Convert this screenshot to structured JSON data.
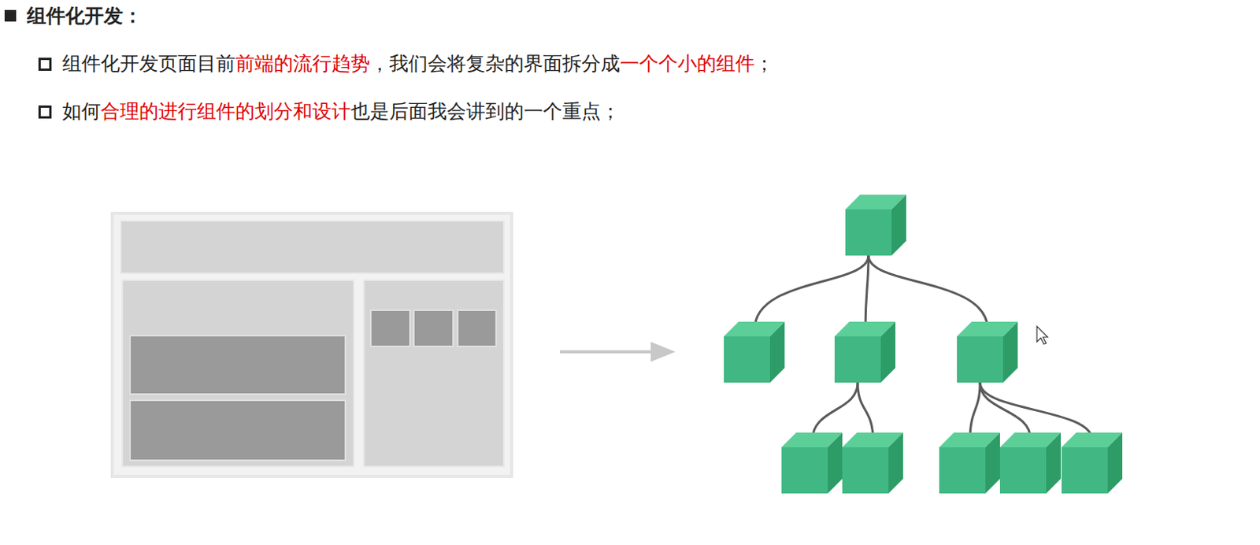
{
  "diagram": {
    "title": "组件化开发：",
    "labels": [
      "组件化开发页面目前",
      "前端的流行趋势",
      "，我们会将复杂的界面拆分成",
      "一个个小的组件",
      "；",
      "如何",
      "合理的进行组件的划分和设计",
      "也是后面我会讲到的一个重点；"
    ]
  }
}
